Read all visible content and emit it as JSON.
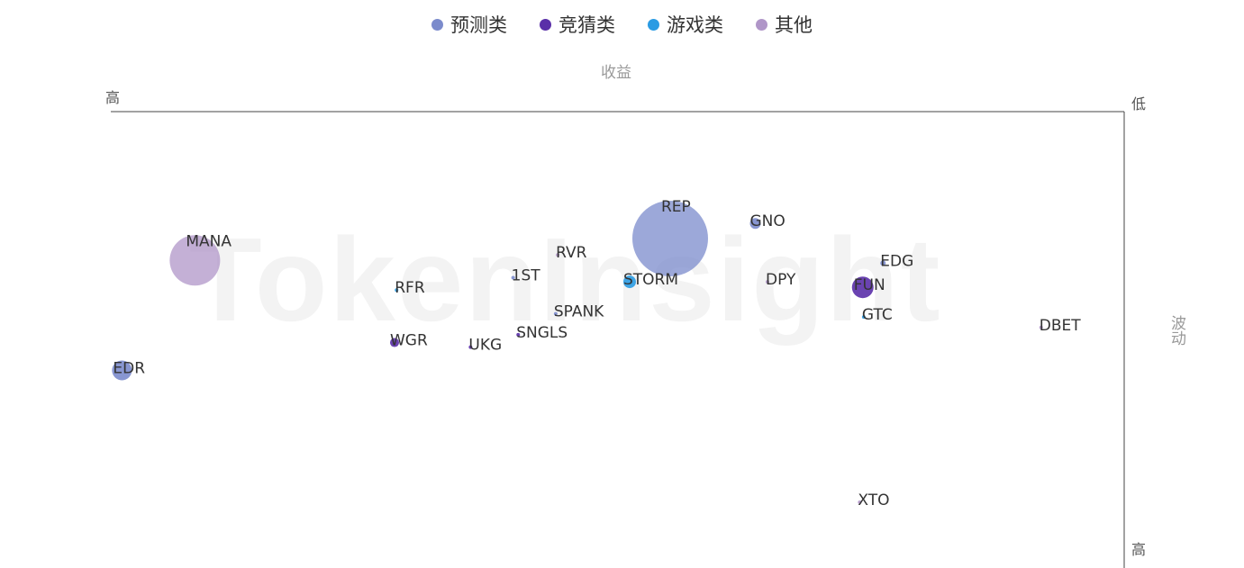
{
  "legend": [
    {
      "label": "预测类",
      "color": "#7b8bcc"
    },
    {
      "label": "竞猜类",
      "color": "#5a2fa8"
    },
    {
      "label": "游戏类",
      "color": "#2a9be3"
    },
    {
      "label": "其他",
      "color": "#b096c8"
    }
  ],
  "watermark": "TokenInsight",
  "axes": {
    "top_label": "收益",
    "right_label": "波动",
    "top_left_end": "高",
    "right_top_end": "低",
    "right_bottom_end": "高"
  },
  "chart_data": {
    "type": "scatter",
    "xlabel": "收益",
    "ylabel": "波动",
    "xlim": [
      0,
      100
    ],
    "ylim": [
      0,
      100
    ],
    "series": [
      {
        "name": "预测类",
        "color": "#7b8bcc",
        "points": [
          {
            "label": "REP",
            "x": 55.2,
            "y": 72.2,
            "size": 42
          },
          {
            "label": "GNO",
            "x": 63.6,
            "y": 75.5,
            "size": 6
          },
          {
            "label": "EDR",
            "x": 1.1,
            "y": 43.3,
            "size": 11
          },
          {
            "label": "EDG",
            "x": 76.2,
            "y": 66.8,
            "size": 3
          },
          {
            "label": "SPANK",
            "x": 43.9,
            "y": 55.7,
            "size": 2
          },
          {
            "label": "1ST",
            "x": 39.7,
            "y": 63.6,
            "size": 2
          }
        ]
      },
      {
        "name": "竞猜类",
        "color": "#5a2fa8",
        "points": [
          {
            "label": "FUN",
            "x": 74.2,
            "y": 61.5,
            "size": 12
          },
          {
            "label": "WGR",
            "x": 28.0,
            "y": 49.4,
            "size": 5
          },
          {
            "label": "UKG",
            "x": 35.5,
            "y": 48.4,
            "size": 1.5
          },
          {
            "label": "SNGLS",
            "x": 40.2,
            "y": 51.1,
            "size": 2
          }
        ]
      },
      {
        "name": "游戏类",
        "color": "#2a9be3",
        "points": [
          {
            "label": "STORM",
            "x": 51.2,
            "y": 62.7,
            "size": 7
          },
          {
            "label": "RFR",
            "x": 28.2,
            "y": 60.9,
            "size": 2
          },
          {
            "label": "GTC",
            "x": 74.3,
            "y": 55.0,
            "size": 2
          }
        ]
      },
      {
        "name": "其他",
        "color": "#b096c8",
        "points": [
          {
            "label": "MANA",
            "x": 8.3,
            "y": 67.4,
            "size": 28
          },
          {
            "label": "RVR",
            "x": 44.1,
            "y": 68.6,
            "size": 1.5
          },
          {
            "label": "DPY",
            "x": 64.8,
            "y": 62.7,
            "size": 1.5
          },
          {
            "label": "DBET",
            "x": 91.8,
            "y": 52.7,
            "size": 1.5
          },
          {
            "label": "XTO",
            "x": 73.9,
            "y": 14.4,
            "size": 1.5
          }
        ]
      }
    ]
  }
}
